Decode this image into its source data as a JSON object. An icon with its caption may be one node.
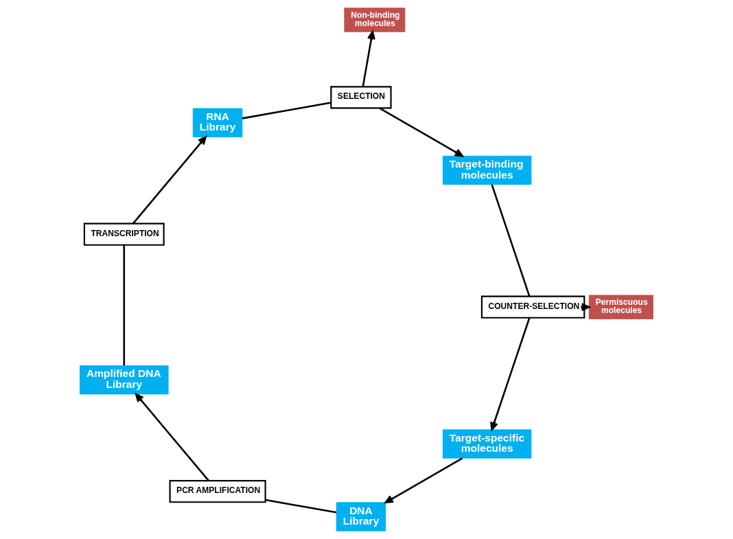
{
  "diagram": {
    "nodes": [
      {
        "text": [
          "DNA Library"
        ]
      },
      {
        "text": [
          "PCR AMPLIFICATION"
        ]
      },
      {
        "text": [
          "Amplified DNA Library"
        ]
      },
      {
        "text": [
          "TRANSCRIPTION"
        ]
      },
      {
        "text": [
          "RNA Library"
        ]
      },
      {
        "text": [
          "SELECTION"
        ]
      },
      {
        "text": [
          "Target-binding molecules"
        ]
      },
      {
        "text": [
          "Non-binding molecules"
        ]
      },
      {
        "text": [
          "COUNTER-SELECTION"
        ]
      },
      {
        "text": [
          "Target-specific molecules"
        ]
      },
      {
        "text": [
          "Permiscuous molecules"
        ]
      }
    ],
    "edges": [
      {
        "from": 0,
        "to": 1,
        "arrow": "none"
      },
      {
        "from": 1,
        "to": 2,
        "arrow": "to"
      },
      {
        "from": 2,
        "to": 3,
        "arrow": "none"
      },
      {
        "from": 3,
        "to": 4,
        "arrow": "to"
      },
      {
        "from": 4,
        "to": 5,
        "arrow": "none"
      },
      {
        "from": 5,
        "to": 6,
        "arrow": "to"
      },
      {
        "from": 5,
        "to": 7,
        "arrow": "to"
      },
      {
        "from": 6,
        "to": 8,
        "arrow": "none"
      },
      {
        "from": 8,
        "to": 9,
        "arrow": "to"
      },
      {
        "from": 8,
        "to": 10,
        "arrow": "to"
      },
      {
        "from": 9,
        "to": 0,
        "arrow": "to"
      }
    ]
  }
}
